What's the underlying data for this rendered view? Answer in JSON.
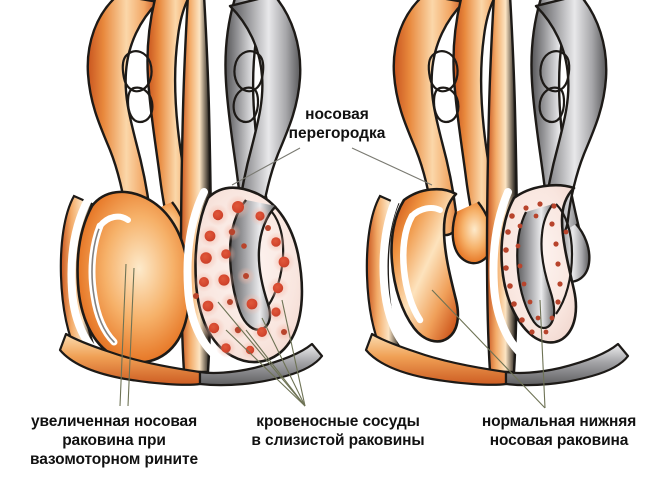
{
  "illustration": {
    "title": "Nasal turbinate comparison: vasomotor rhinitis vs normal",
    "background_color": "#ffffff"
  },
  "labels": {
    "septum": "носовая\nперегородка"
  },
  "captions": {
    "left": "увеличенная носовая\nраковина при\nвазомоторном рините",
    "middle": "кровеносные сосуды\nв слизистой раковины",
    "right": "нормальная нижняя\nносовая раковина"
  },
  "colors": {
    "outline": "#1d1a17",
    "orange_dark": "#c8551f",
    "orange_mid": "#e98a3d",
    "orange_light": "#f6c48e",
    "orange_pale": "#fdf0dc",
    "gray_dark": "#5d5d5f",
    "gray_mid": "#9a9a9c",
    "gray_light": "#d2d2d4",
    "gray_pale": "#f3f3f4",
    "vessel_red": "#d4472e",
    "vessel_halo": "#f4bdae",
    "mucosa_pink": "#fbe9e4",
    "leader_line": "#6e7355",
    "text": "#111111"
  },
  "panels": [
    {
      "side": "left",
      "name": "vasomotor-rhinitis-panel",
      "turbinate_state": "enlarged",
      "vessel_count": 34
    },
    {
      "side": "right",
      "name": "normal-panel",
      "turbinate_state": "normal",
      "vessel_count": 26
    }
  ]
}
